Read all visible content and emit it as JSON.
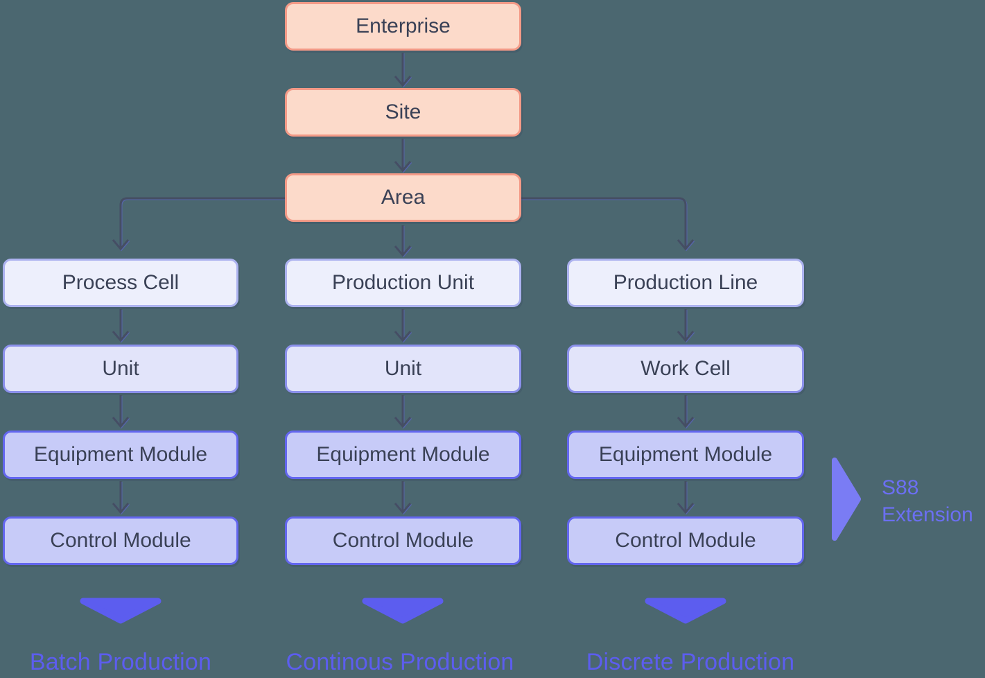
{
  "colors": {
    "background": "#4B6770",
    "node_text": "#3A4156",
    "orange_fill": "#FCDACA",
    "orange_border": "#F49A87",
    "tier1_fill": "#EDEFFC",
    "tier1_border": "#ACB2EF",
    "tier2_fill": "#E2E4FA",
    "tier2_border": "#8B90EB",
    "tier3_fill": "#C7CBF8",
    "tier3_border": "#6366EF",
    "connector": "#454E63",
    "accent_purple": "#5C5DEF",
    "s88_purple": "#7A7CF4",
    "s88_text": "#6B6FF2"
  },
  "diagram": {
    "top_levels": [
      {
        "label": "Enterprise"
      },
      {
        "label": "Site"
      },
      {
        "label": "Area"
      }
    ],
    "columns": [
      {
        "levels": [
          {
            "label": "Process Cell"
          },
          {
            "label": "Unit"
          },
          {
            "label": "Equipment Module"
          },
          {
            "label": "Control Module"
          }
        ],
        "production_type": "Batch Production"
      },
      {
        "levels": [
          {
            "label": "Production Unit"
          },
          {
            "label": "Unit"
          },
          {
            "label": "Equipment Module"
          },
          {
            "label": "Control Module"
          }
        ],
        "production_type": "Continous Production"
      },
      {
        "levels": [
          {
            "label": "Production Line"
          },
          {
            "label": "Work Cell"
          },
          {
            "label": "Equipment Module"
          },
          {
            "label": "Control Module"
          }
        ],
        "production_type": "Discrete Production"
      }
    ],
    "annotation": {
      "label": "S88 Extension"
    }
  }
}
